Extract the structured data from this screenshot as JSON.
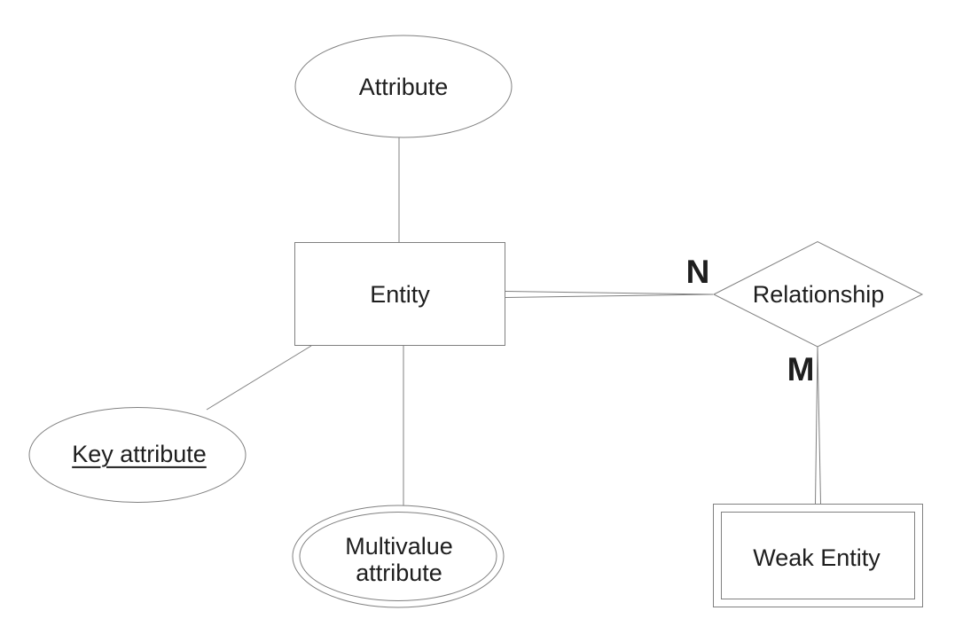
{
  "page": {
    "background_color": "#ffffff"
  },
  "colors": {
    "line": "#808080",
    "text": "#1e1e1e"
  },
  "nodes": {
    "attribute": {
      "label": "Attribute",
      "shape": "ellipse"
    },
    "entity": {
      "label": "Entity",
      "shape": "rectangle"
    },
    "relationship": {
      "label": "Relationship",
      "shape": "diamond"
    },
    "key_attribute": {
      "label": "Key attribute",
      "shape": "ellipse",
      "underlined": true
    },
    "multivalue_attribute": {
      "label_line1": "Multivalue",
      "label_line2": "attribute",
      "shape": "double-ellipse"
    },
    "weak_entity": {
      "label": "Weak Entity",
      "shape": "double-rectangle"
    }
  },
  "connectors": {
    "attribute_to_entity": {
      "type": "single-line"
    },
    "entity_to_key_attribute": {
      "type": "single-line"
    },
    "entity_to_multivalue_attribute": {
      "type": "single-line"
    },
    "entity_to_relationship": {
      "type": "double-line",
      "cardinality": "N"
    },
    "relationship_to_weak_entity": {
      "type": "double-line",
      "cardinality": "M"
    },
    "cardinality_n": "N",
    "cardinality_m": "M"
  }
}
